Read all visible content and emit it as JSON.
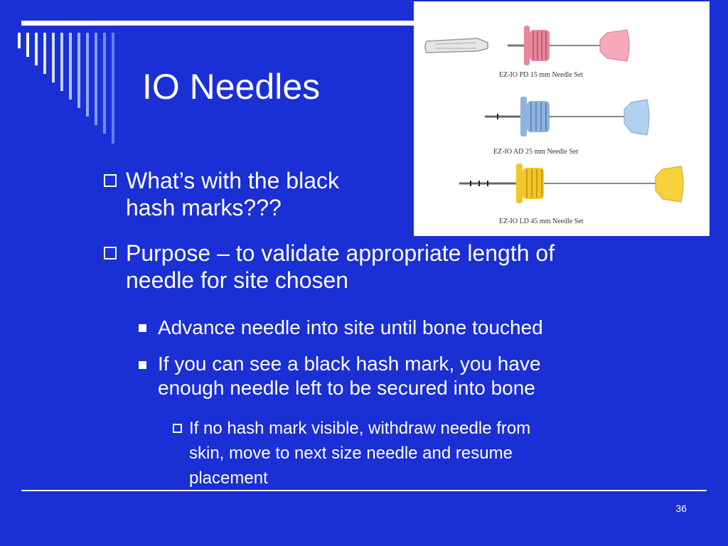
{
  "slide": {
    "title": "IO Needles",
    "page_number": "36",
    "colors": {
      "background": "#1a2fd4",
      "text": "#ffffff",
      "stripes": [
        "#ffffff",
        "#d8e2ff",
        "#b9c8ff",
        "#9db2ff",
        "#7f9bff",
        "#6685ff"
      ]
    },
    "bullets": [
      {
        "level": 1,
        "lines": [
          "What’s with the black",
          "hash marks???"
        ]
      },
      {
        "level": 1,
        "lines": [
          "Purpose – to validate appropriate length of",
          "needle for site chosen"
        ]
      },
      {
        "level": 2,
        "lines": [
          "Advance needle into site until bone touched"
        ]
      },
      {
        "level": 2,
        "lines": [
          "If you can see a black hash mark, you have",
          "enough needle left to be secured into bone"
        ]
      },
      {
        "level": 3,
        "lines": [
          "If no hash mark visible, withdraw needle from",
          "skin, move to next size needle and resume",
          "placement"
        ]
      }
    ]
  },
  "image": {
    "captions": [
      "EZ-IO PD 15 mm Needle Set",
      "EZ-IO AD 25 mm Needle Set",
      "EZ-IO LD 45 mm Needle Set"
    ],
    "hub_colors": [
      "#e8869a",
      "#8fb3dc",
      "#f2c62a"
    ],
    "cap_colors": [
      "#f5a9bb",
      "#b2d1f0",
      "#f7d23c"
    ]
  }
}
